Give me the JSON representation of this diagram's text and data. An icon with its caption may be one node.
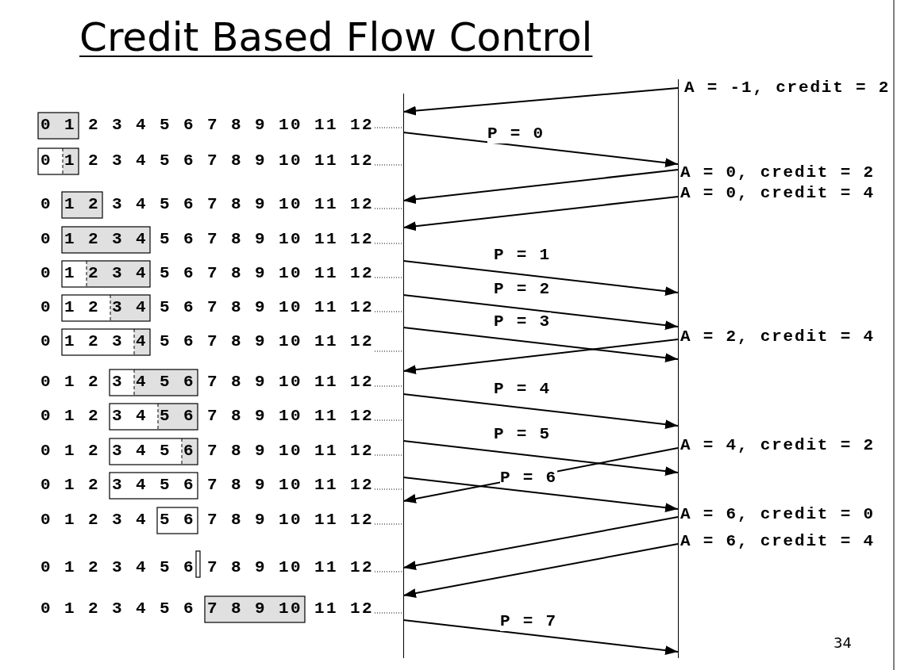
{
  "diagram": {
    "title": "Credit Based Flow Control",
    "nodes": [
      {
        "text": [
          "0 1 2 3 4 5 6 7 8 9 10 11 12"
        ]
      },
      {
        "text": [
          "0 1 2 3 4 5 6 7 8 9 10 11 12"
        ]
      },
      {
        "text": [
          "0 1 2 3 4 5 6 7 8 9 10 11 12"
        ]
      },
      {
        "text": [
          "0 1 2 3 4 5 6 7 8 9 10 11 12"
        ]
      },
      {
        "text": [
          "0 1 2 3 4 5 6 7 8 9 10 11 12"
        ]
      },
      {
        "text": [
          "0 1 2 3 4 5 6 7 8 9 10 11 12"
        ]
      },
      {
        "text": [
          "0 1 2 3 4 5 6 7 8 9 10 11 12"
        ]
      },
      {
        "text": [
          "0 1 2 3 4 5 6 7 8 9 10 11 12"
        ]
      },
      {
        "text": [
          "0 1 2 3 4 5 6 7 8 9 10 11 12"
        ]
      },
      {
        "text": [
          "0 1 2 3 4 5 6 7 8 9 10 11 12"
        ]
      },
      {
        "text": [
          "0 1 2 3 4 5 6 7 8 9 10 11 12"
        ]
      },
      {
        "text": [
          "0 1 2 3 4 5 6 7 8 9 10 11 12"
        ]
      },
      {
        "text": [
          "0 1 2 3 4 5 6 7 8 9 10 11 12"
        ]
      },
      {
        "text": [
          "0 1 2 3 4 5 6 7 8 9 10 11 12"
        ]
      },
      {
        "text": [],
        "shape": "line"
      },
      {
        "text": [],
        "shape": "line"
      }
    ],
    "edges": [
      {
        "from": 15,
        "to": 14,
        "arrow": "to",
        "label": "A = -1, credit = 2"
      },
      {
        "from": 14,
        "to": 15,
        "arrow": "to",
        "label": "P = 0"
      },
      {
        "from": 15,
        "to": 14,
        "arrow": "to",
        "label": "A = 0, credit = 2"
      },
      {
        "from": 15,
        "to": 14,
        "arrow": "to",
        "label": "A = 0, credit = 4"
      },
      {
        "from": 14,
        "to": 15,
        "arrow": "to",
        "label": "P = 1"
      },
      {
        "from": 14,
        "to": 15,
        "arrow": "to",
        "label": "P = 2"
      },
      {
        "from": 14,
        "to": 15,
        "arrow": "to",
        "label": "P = 3"
      },
      {
        "from": 15,
        "to": 14,
        "arrow": "to",
        "label": "A = 2, credit = 4"
      },
      {
        "from": 14,
        "to": 15,
        "arrow": "to",
        "label": "P = 4"
      },
      {
        "from": 14,
        "to": 15,
        "arrow": "to",
        "label": "P = 5"
      },
      {
        "from": 15,
        "to": 14,
        "arrow": "to",
        "label": "A = 4, credit = 2"
      },
      {
        "from": 14,
        "to": 15,
        "arrow": "to",
        "label": "P = 6"
      },
      {
        "from": 15,
        "to": 14,
        "arrow": "to",
        "label": "A = 6, credit = 0"
      },
      {
        "from": 15,
        "to": 14,
        "arrow": "to",
        "label": "A = 6, credit = 4"
      },
      {
        "from": 14,
        "to": 15,
        "arrow": "to",
        "label": "P = 7"
      },
      {
        "from": 0,
        "to": 14,
        "arrow": "none",
        "style": "dashed"
      },
      {
        "from": 1,
        "to": 14,
        "arrow": "none",
        "style": "dashed"
      },
      {
        "from": 2,
        "to": 14,
        "arrow": "none",
        "style": "dashed"
      },
      {
        "from": 3,
        "to": 14,
        "arrow": "none",
        "style": "dashed"
      },
      {
        "from": 4,
        "to": 14,
        "arrow": "none",
        "style": "dashed"
      },
      {
        "from": 5,
        "to": 14,
        "arrow": "none",
        "style": "dashed"
      },
      {
        "from": 6,
        "to": 14,
        "arrow": "none",
        "style": "dashed"
      },
      {
        "from": 7,
        "to": 14,
        "arrow": "none",
        "style": "dashed"
      },
      {
        "from": 8,
        "to": 14,
        "arrow": "none",
        "style": "dashed"
      },
      {
        "from": 9,
        "to": 14,
        "arrow": "none",
        "style": "dashed"
      },
      {
        "from": 10,
        "to": 14,
        "arrow": "none",
        "style": "dashed"
      },
      {
        "from": 11,
        "to": 14,
        "arrow": "none",
        "style": "dashed"
      },
      {
        "from": 12,
        "to": 14,
        "arrow": "none",
        "style": "dashed"
      },
      {
        "from": 13,
        "to": 14,
        "arrow": "none",
        "style": "dashed"
      }
    ],
    "labels": [
      "34"
    ]
  }
}
